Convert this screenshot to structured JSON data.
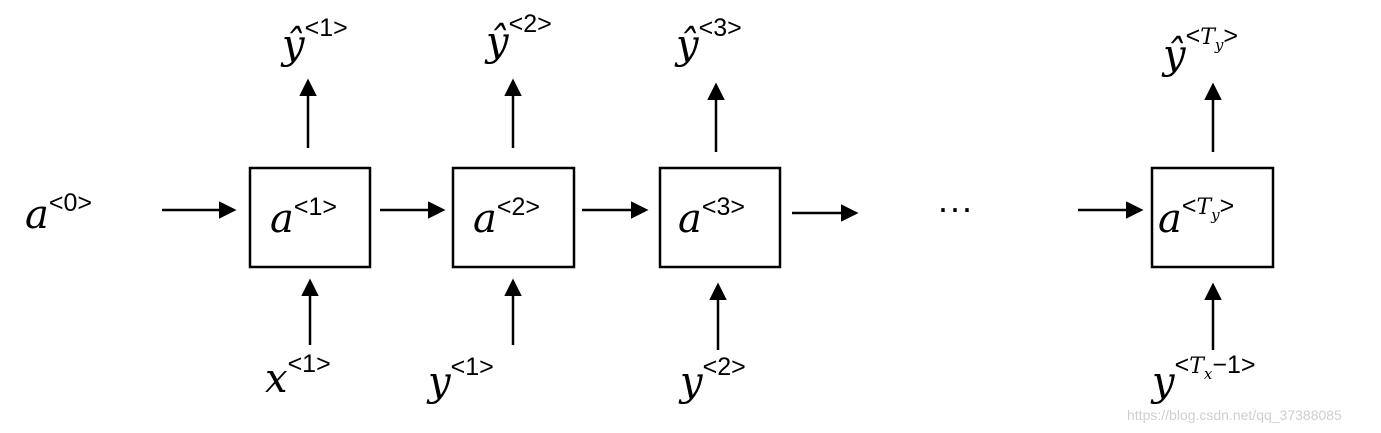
{
  "initial_state": {
    "base": "a",
    "sup": "<0>"
  },
  "cells": [
    {
      "label": {
        "base": "a",
        "sup": "<1>"
      },
      "output": {
        "base": "ŷ",
        "sup": "<1>"
      },
      "input": {
        "base": "x",
        "sup": "<1>"
      }
    },
    {
      "label": {
        "base": "a",
        "sup": "<2>"
      },
      "output": {
        "base": "ŷ",
        "sup": "<2>"
      },
      "input": {
        "base": "y",
        "sup": "<1>"
      }
    },
    {
      "label": {
        "base": "a",
        "sup": "<3>"
      },
      "output": {
        "base": "ŷ",
        "sup": "<3>"
      },
      "input": {
        "base": "y",
        "sup": "<2>"
      }
    },
    {
      "label": {
        "base": "a",
        "sup_open": "<",
        "sup_var": "T",
        "sup_sub": "y",
        "sup_close": ">"
      },
      "output": {
        "base": "ŷ",
        "sup_open": "<",
        "sup_var": "T",
        "sup_sub": "y",
        "sup_close": ">"
      },
      "input": {
        "base": "y",
        "sup_open": "<",
        "sup_var": "T",
        "sup_sub": "x",
        "sup_close": "−1>"
      }
    }
  ],
  "ellipsis": "···",
  "watermark": "https://blog.csdn.net/qq_37388085"
}
